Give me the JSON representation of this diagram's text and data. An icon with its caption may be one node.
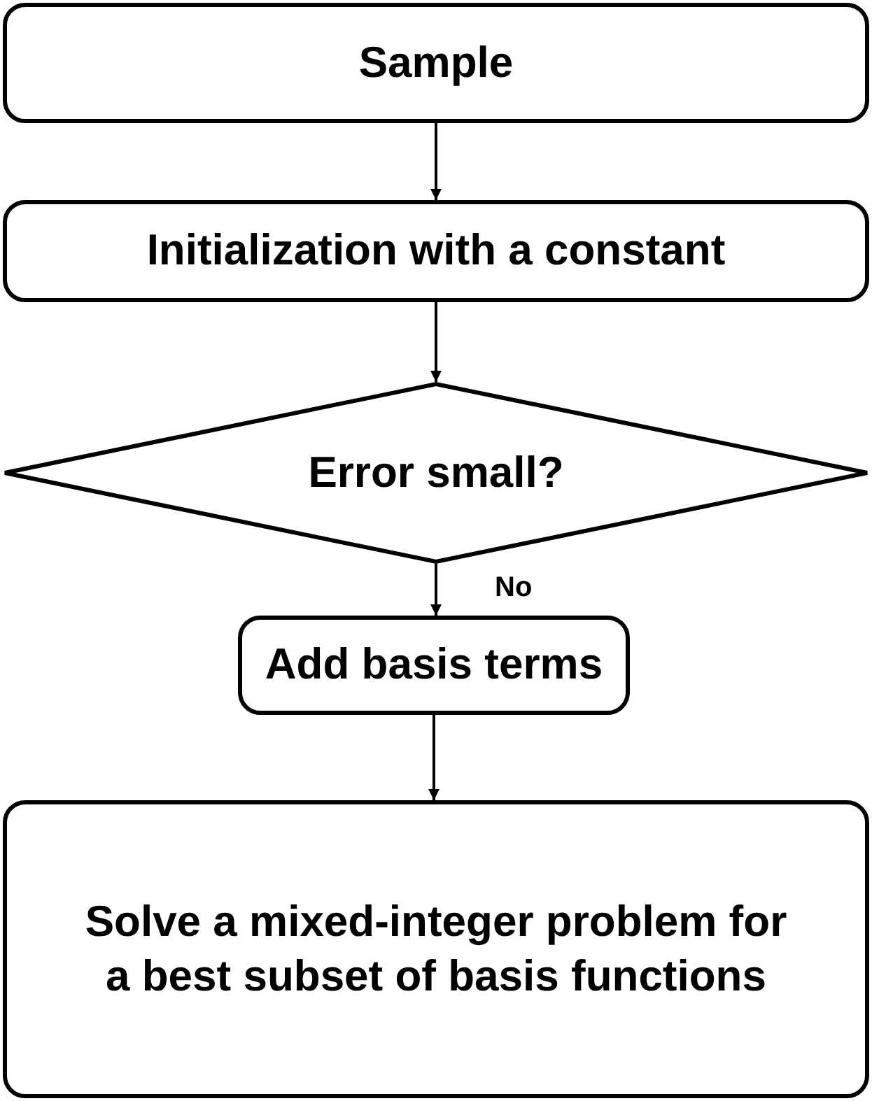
{
  "diagram": {
    "nodes": [
      {
        "text": [
          "Sample"
        ]
      },
      {
        "text": [
          "Initialization with a constant"
        ]
      },
      {
        "text": [
          "Error small?"
        ]
      },
      {
        "text": [
          "Add basis terms"
        ]
      },
      {
        "text": [
          "Solve a mixed-integer problem for a best subset of basis functions"
        ]
      }
    ],
    "edges": [
      {
        "from": 0,
        "to": 1,
        "arrow": "to"
      },
      {
        "from": 1,
        "to": 2,
        "arrow": "to"
      },
      {
        "from": 2,
        "to": 3,
        "arrow": "to",
        "label": "No"
      },
      {
        "from": 3,
        "to": 4,
        "arrow": "to"
      }
    ]
  }
}
